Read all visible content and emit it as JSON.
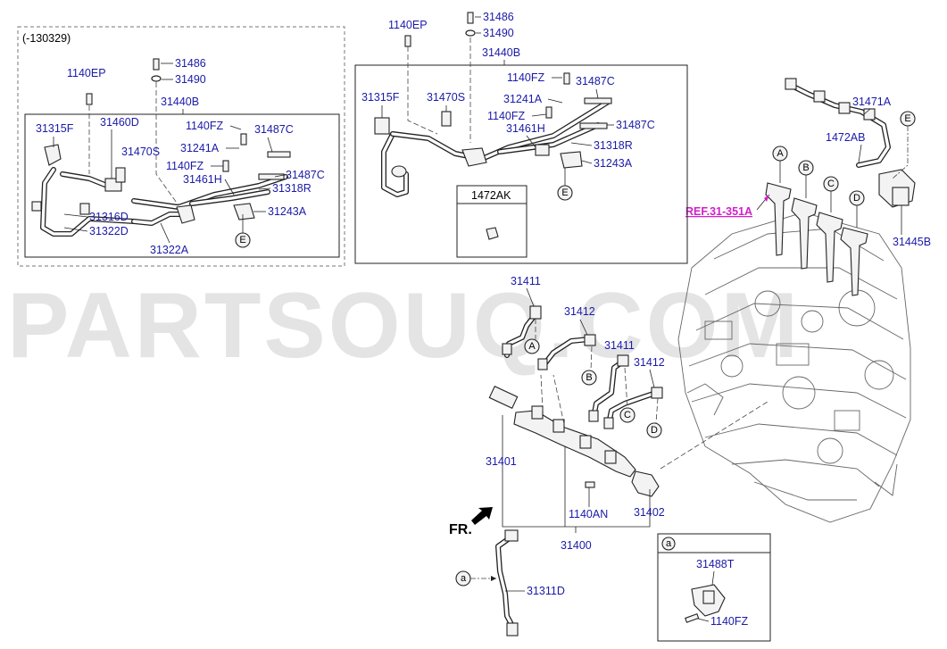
{
  "watermark": "PARTSOUQ.COM",
  "ref_label": "REF.31-351A",
  "front_label": "FR.",
  "panels": {
    "left": {
      "range_note": "(-130329)",
      "labels": [
        "1140EP",
        "31486",
        "31490",
        "31440B",
        "31315F",
        "31460D",
        "31470S",
        "1140FZ",
        "31487C",
        "31241A",
        "1140FZ",
        "31461H",
        "31487C",
        "31318R",
        "31316D",
        "31322D",
        "31243A",
        "31322A"
      ]
    },
    "top": {
      "labels": [
        "1140EP",
        "31486",
        "31490",
        "31440B",
        "1140FZ",
        "31487C",
        "31315F",
        "31470S",
        "31241A",
        "1140FZ",
        "31487C",
        "31461H",
        "31318R",
        "31243A"
      ],
      "inset_label": "1472AK"
    },
    "right": {
      "labels": [
        "31471A",
        "1472AB",
        "31445B"
      ]
    },
    "main": {
      "labels": [
        "31411",
        "31412",
        "31411",
        "31412",
        "31401",
        "1140AN",
        "31402",
        "31400",
        "31311D"
      ]
    },
    "detail_a": {
      "title": "a",
      "labels": [
        "31488T",
        "1140FZ"
      ]
    }
  },
  "markers": {
    "A": "A",
    "B": "B",
    "C": "C",
    "D": "D",
    "E": "E",
    "a": "a"
  }
}
